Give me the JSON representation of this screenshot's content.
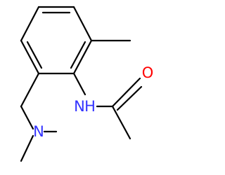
{
  "molecule": {
    "labels": {
      "amide_nitrogen": "N",
      "amine_nitrogen": "N",
      "carbonyl_oxygen": "O",
      "amide_hydrogen": "H"
    },
    "colors": {
      "bond": "#000000",
      "nitrogen": "#3333ff",
      "oxygen": "#ff0000"
    }
  }
}
